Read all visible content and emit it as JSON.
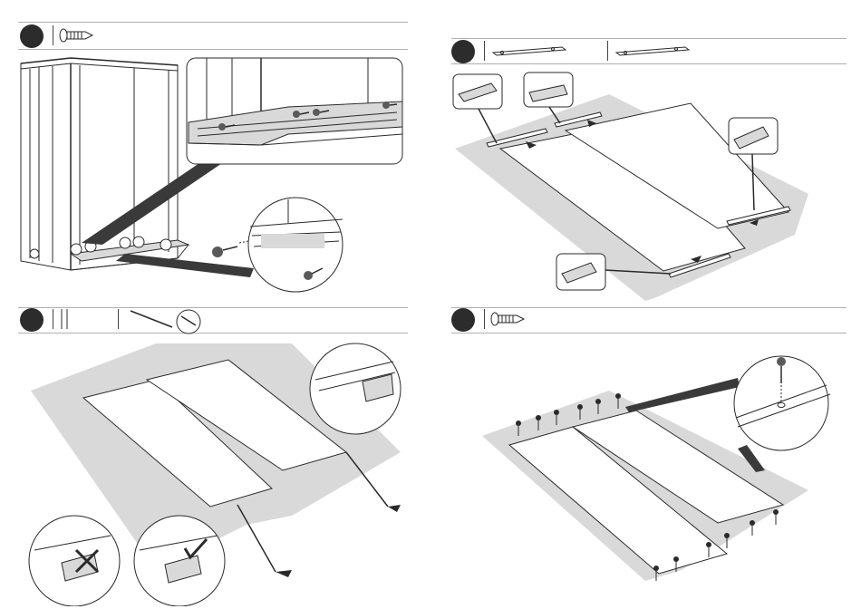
{
  "document": {
    "steps": [
      {
        "id": "step-tl",
        "number": "",
        "part_icons": [
          "screw-icon"
        ]
      },
      {
        "id": "step-tr",
        "number": "",
        "part_icons": [
          "rail-icon",
          "rail-icon"
        ]
      },
      {
        "id": "step-bl",
        "number": "",
        "part_icons": [
          "panel-edge-icon",
          "rod-icon"
        ]
      },
      {
        "id": "step-br",
        "number": "",
        "part_icons": [
          "screw-icon"
        ]
      }
    ],
    "colors": {
      "ink": "#2a2a2a",
      "mat": "#d9d9d9",
      "badge": "#2c2c2c"
    }
  }
}
